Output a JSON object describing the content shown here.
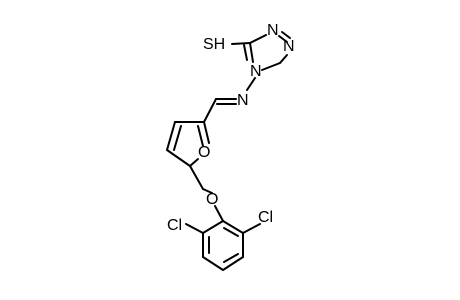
{
  "molecule": {
    "atom_labels": {
      "sh": "SH",
      "n_triazole_top": "N",
      "n_triazole_right": "N",
      "n_triazole_4": "N",
      "n_imine": "N",
      "o_furan": "O",
      "o_ether": "O",
      "cl_left": "Cl",
      "cl_right": "Cl"
    }
  }
}
